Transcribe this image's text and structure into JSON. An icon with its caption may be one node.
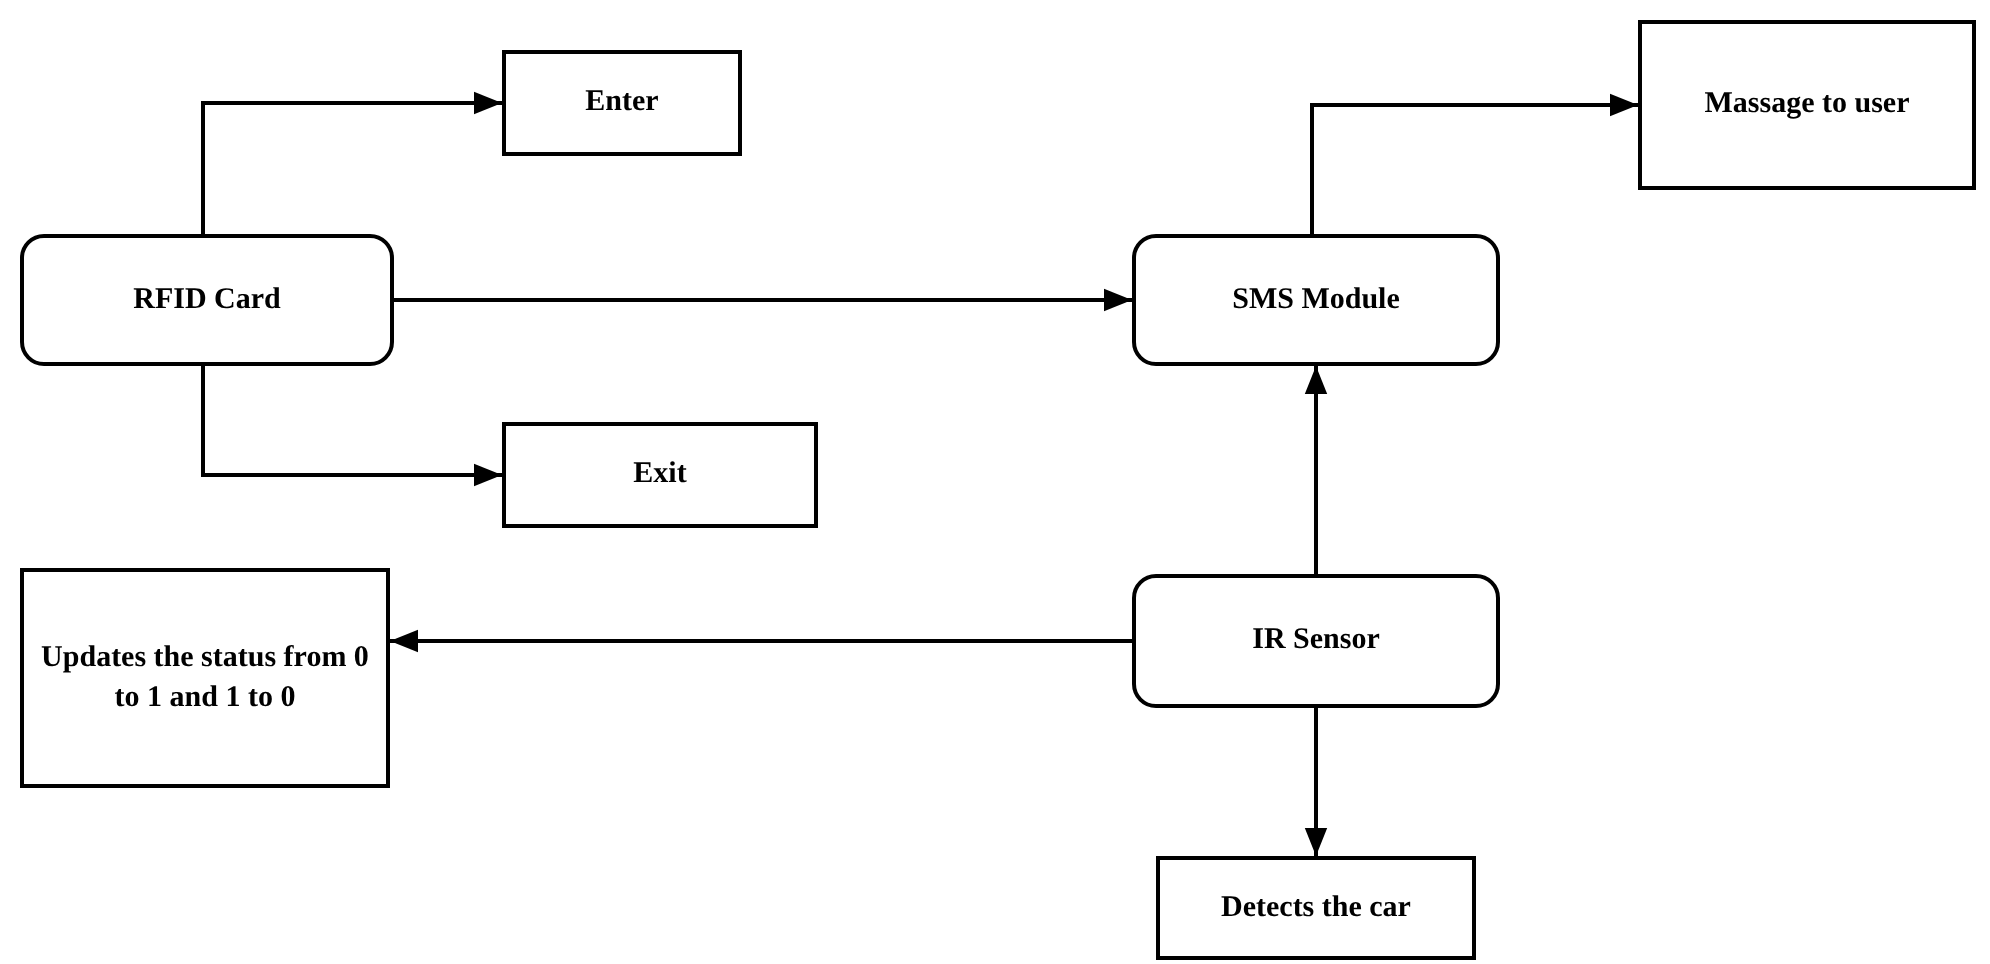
{
  "diagram": {
    "nodes": [
      {
        "text": [
          "Enter"
        ]
      },
      {
        "text": [
          "RFID Card"
        ]
      },
      {
        "text": [
          "SMS Module"
        ]
      },
      {
        "text": [
          "Massage to user"
        ]
      },
      {
        "text": [
          "Exit"
        ]
      },
      {
        "text": [
          "Updates the status from 0 to 1 and 1 to 0"
        ]
      },
      {
        "text": [
          "IR Sensor"
        ]
      },
      {
        "text": [
          "Detects the car"
        ]
      }
    ],
    "edges": [
      {
        "from": 1,
        "to": 0,
        "arrow": "to"
      },
      {
        "from": 1,
        "to": 2,
        "arrow": "to"
      },
      {
        "from": 1,
        "to": 4,
        "arrow": "to"
      },
      {
        "from": 2,
        "to": 3,
        "arrow": "to"
      },
      {
        "from": 6,
        "to": 2,
        "arrow": "to"
      },
      {
        "from": 6,
        "to": 5,
        "arrow": "to"
      },
      {
        "from": 6,
        "to": 7,
        "arrow": "to"
      }
    ]
  }
}
